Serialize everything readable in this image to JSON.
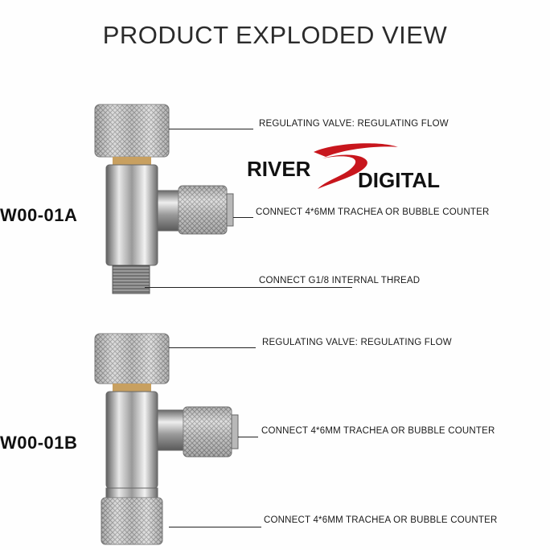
{
  "title": "PRODUCT EXPLODED VIEW",
  "logo": {
    "word1": "RIVER",
    "word2": "DIGITAL",
    "brand_red": "#c8161d",
    "brand_dark": "#111111"
  },
  "products": [
    {
      "model": "W00-01A",
      "callouts": [
        "REGULATING VALVE: REGULATING FLOW",
        "CONNECT 4*6MM TRACHEA OR BUBBLE COUNTER",
        "CONNECT G1/8 INTERNAL THREAD"
      ]
    },
    {
      "model": "W00-01B",
      "callouts": [
        "REGULATING VALVE: REGULATING FLOW",
        "CONNECT 4*6MM TRACHEA OR BUBBLE COUNTER",
        "CONNECT 4*6MM TRACHEA OR BUBBLE COUNTER"
      ]
    }
  ]
}
